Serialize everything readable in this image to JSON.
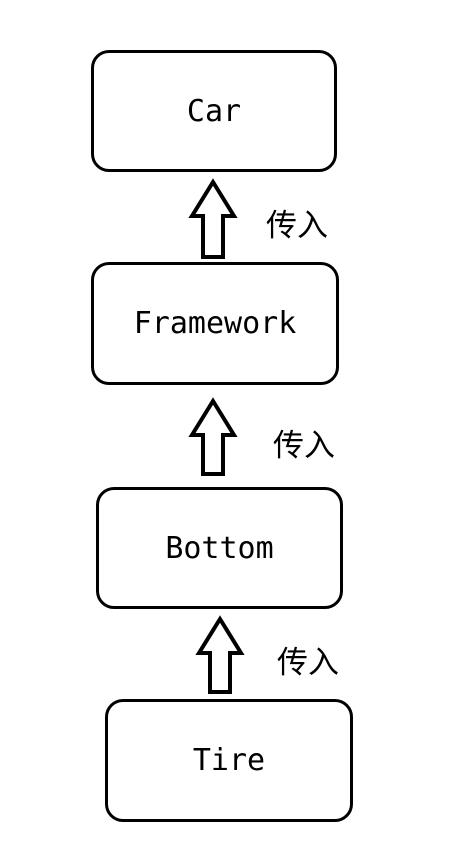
{
  "diagram": {
    "nodes": [
      {
        "id": "car",
        "label": "Car"
      },
      {
        "id": "framework",
        "label": "Framework"
      },
      {
        "id": "bottom",
        "label": "Bottom"
      },
      {
        "id": "tire",
        "label": "Tire"
      }
    ],
    "edges": [
      {
        "from": "framework",
        "to": "car",
        "label": "传入"
      },
      {
        "from": "bottom",
        "to": "framework",
        "label": "传入"
      },
      {
        "from": "tire",
        "to": "bottom",
        "label": "传入"
      }
    ],
    "colors": {
      "stroke": "#000000",
      "fill": "#ffffff"
    }
  }
}
